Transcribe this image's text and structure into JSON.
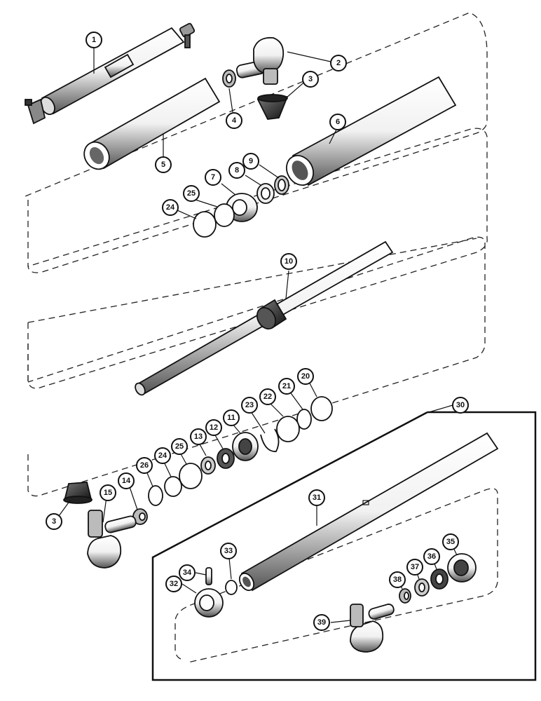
{
  "diagram": {
    "callouts": [
      {
        "id": "c1",
        "label": "1"
      },
      {
        "id": "c2",
        "label": "2"
      },
      {
        "id": "c3a",
        "label": "3"
      },
      {
        "id": "c4",
        "label": "4"
      },
      {
        "id": "c5",
        "label": "5"
      },
      {
        "id": "c6",
        "label": "6"
      },
      {
        "id": "c7",
        "label": "7"
      },
      {
        "id": "c8",
        "label": "8"
      },
      {
        "id": "c9",
        "label": "9"
      },
      {
        "id": "c10",
        "label": "10"
      },
      {
        "id": "c11",
        "label": "11"
      },
      {
        "id": "c12",
        "label": "12"
      },
      {
        "id": "c13",
        "label": "13"
      },
      {
        "id": "c14",
        "label": "14"
      },
      {
        "id": "c15",
        "label": "15"
      },
      {
        "id": "c20",
        "label": "20"
      },
      {
        "id": "c21",
        "label": "21"
      },
      {
        "id": "c22",
        "label": "22"
      },
      {
        "id": "c23",
        "label": "23"
      },
      {
        "id": "c24a",
        "label": "24"
      },
      {
        "id": "c24b",
        "label": "24"
      },
      {
        "id": "c25a",
        "label": "25"
      },
      {
        "id": "c25b",
        "label": "25"
      },
      {
        "id": "c26",
        "label": "26"
      },
      {
        "id": "c3b",
        "label": "3"
      },
      {
        "id": "c30",
        "label": "30"
      },
      {
        "id": "c31",
        "label": "31"
      },
      {
        "id": "c32",
        "label": "32"
      },
      {
        "id": "c33",
        "label": "33"
      },
      {
        "id": "c34",
        "label": "34"
      },
      {
        "id": "c35",
        "label": "35"
      },
      {
        "id": "c36",
        "label": "36"
      },
      {
        "id": "c37",
        "label": "37"
      },
      {
        "id": "c38",
        "label": "38"
      },
      {
        "id": "c39",
        "label": "39"
      }
    ]
  }
}
